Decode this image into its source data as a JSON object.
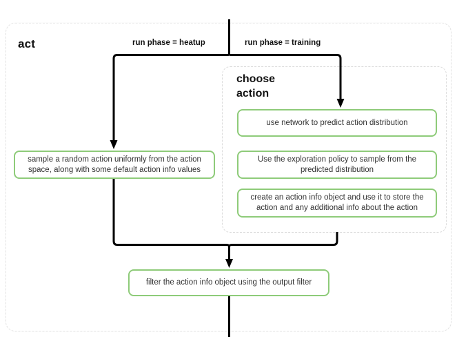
{
  "diagram": {
    "type": "flowchart",
    "title": "act",
    "background_color": "#ffffff",
    "node_border_color": "#8ECB79",
    "edge_color": "#000000",
    "cluster_border_color": "#e3e3e3"
  },
  "clusters": {
    "act": {
      "label": "act"
    },
    "choose_action": {
      "label": "choose\naction"
    }
  },
  "edge_labels": {
    "heatup": "run phase = heatup",
    "training": "run phase = training"
  },
  "nodes": {
    "sample_random": "sample a random action uniformly from the action space, along with some default action info values",
    "use_network": "use network to predict action distribution",
    "exploration_policy": "Use the exploration policy to sample from the predicted distribution",
    "create_action_info": "create an action info object and use it to store the action and any additional info about the action",
    "filter_action_info": "filter the action info object using the output filter"
  }
}
